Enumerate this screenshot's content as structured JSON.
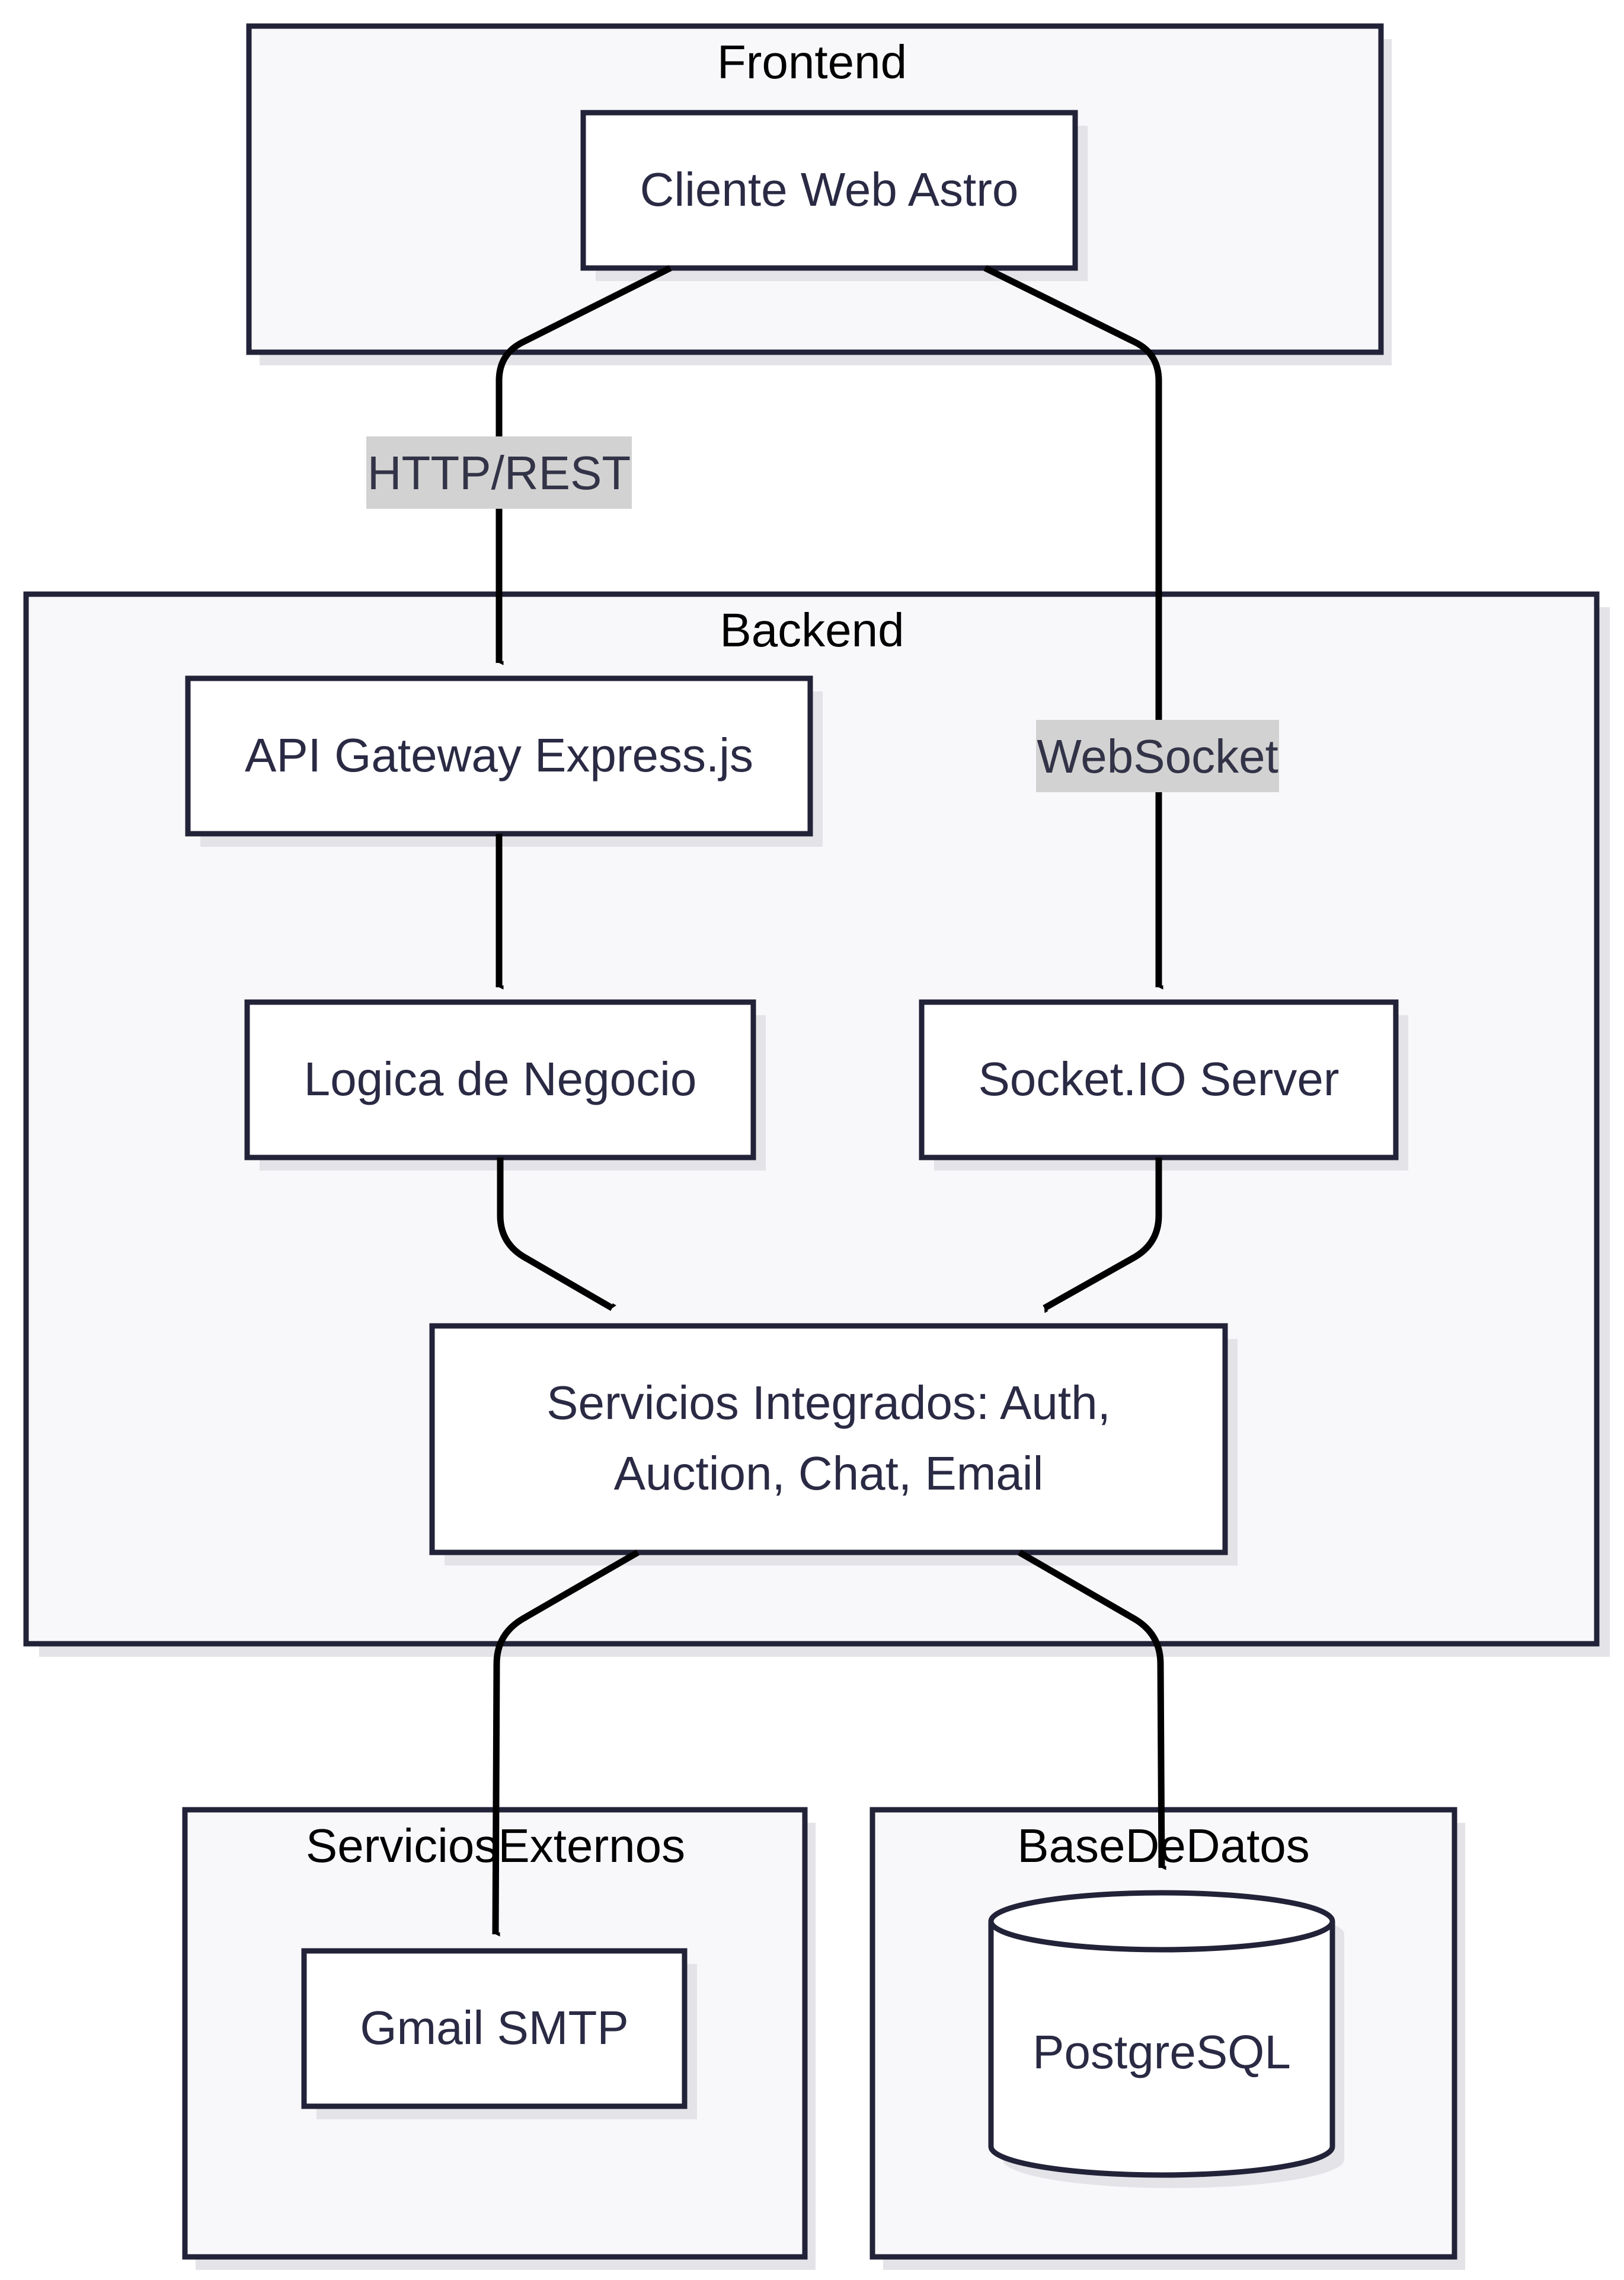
{
  "clusters": {
    "frontend": "Frontend",
    "backend": "Backend",
    "external": "ServiciosExternos",
    "database": "BaseDeDatos"
  },
  "nodes": {
    "astro_client": "Cliente Web Astro",
    "api_gateway": "API Gateway Express.js",
    "business_logic": "Logica de Negocio",
    "socket_server": "Socket.IO Server",
    "integrated_services_line1": "Servicios Integrados: Auth,",
    "integrated_services_line2": "Auction, Chat, Email",
    "gmail_smtp": "Gmail SMTP",
    "postgresql": "PostgreSQL"
  },
  "edges": {
    "http_rest": "HTTP/REST",
    "websocket": "WebSocket"
  }
}
